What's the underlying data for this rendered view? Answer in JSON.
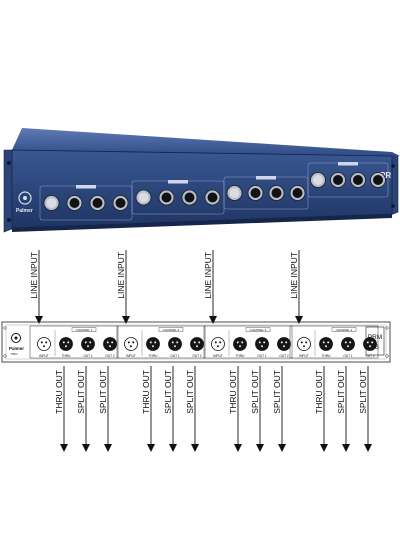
{
  "device": {
    "brand": "Palmer",
    "brand_sub": "PRO",
    "model": "PRM LS",
    "photo_model_fragment": "PR"
  },
  "colors": {
    "rack_blue": "#2f4b86",
    "rack_blue_dark": "#1f3563",
    "rack_top": "#3c5a99",
    "panel_bg": "#ffffff",
    "panel_line": "#222222",
    "arrow": "#111111"
  },
  "channels": [
    {
      "label": "CHANNEL 1",
      "input_label": "LINE INPUT",
      "outputs": [
        "THRU OUT",
        "SPLIT OUT",
        "SPLIT OUT"
      ],
      "connectors": [
        "INPUT",
        "THRU",
        "OUT 1",
        "OUT 2"
      ]
    },
    {
      "label": "CHANNEL 2",
      "input_label": "LINE INPUT",
      "outputs": [
        "THRU OUT",
        "SPLIT OUT",
        "SPLIT OUT"
      ],
      "connectors": [
        "INPUT",
        "THRU",
        "OUT 1",
        "OUT 2"
      ]
    },
    {
      "label": "CHANNEL 3",
      "input_label": "LINE INPUT",
      "outputs": [
        "THRU OUT",
        "SPLIT OUT",
        "SPLIT OUT"
      ],
      "connectors": [
        "INPUT",
        "THRU",
        "OUT 1",
        "OUT 2"
      ]
    },
    {
      "label": "CHANNEL 4",
      "input_label": "LINE INPUT",
      "outputs": [
        "THRU OUT",
        "SPLIT OUT",
        "SPLIT OUT"
      ],
      "connectors": [
        "INPUT",
        "THRU",
        "OUT 1",
        "OUT 2"
      ]
    }
  ]
}
